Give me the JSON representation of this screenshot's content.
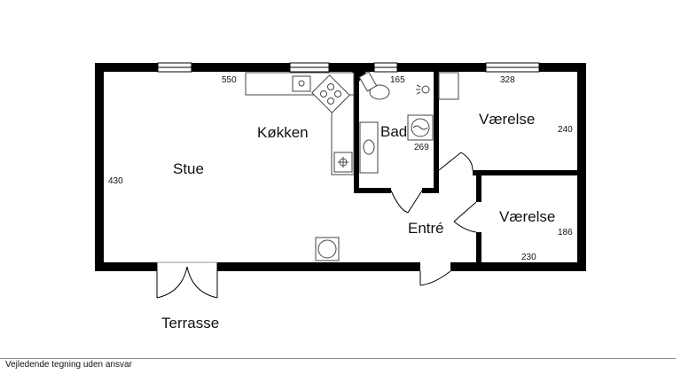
{
  "rooms": {
    "stue": "Stue",
    "kokken": "Køkken",
    "bad": "Bad",
    "vaerelse_1": "Værelse",
    "vaerelse_2": "Værelse",
    "entre": "Entré",
    "terrasse": "Terrasse"
  },
  "dimensions": {
    "stue_width": "550",
    "stue_depth": "430",
    "bad_width": "165",
    "bad_depth": "269",
    "vaerelse_1_width": "328",
    "vaerelse_1_depth": "240",
    "vaerelse_2_depth": "186",
    "vaerelse_2_width": "230"
  },
  "footer": {
    "note": "Vejledende tegning uden ansvar"
  },
  "colors": {
    "wall": "#000000",
    "background": "#ffffff",
    "fixture_stroke": "#444444"
  }
}
